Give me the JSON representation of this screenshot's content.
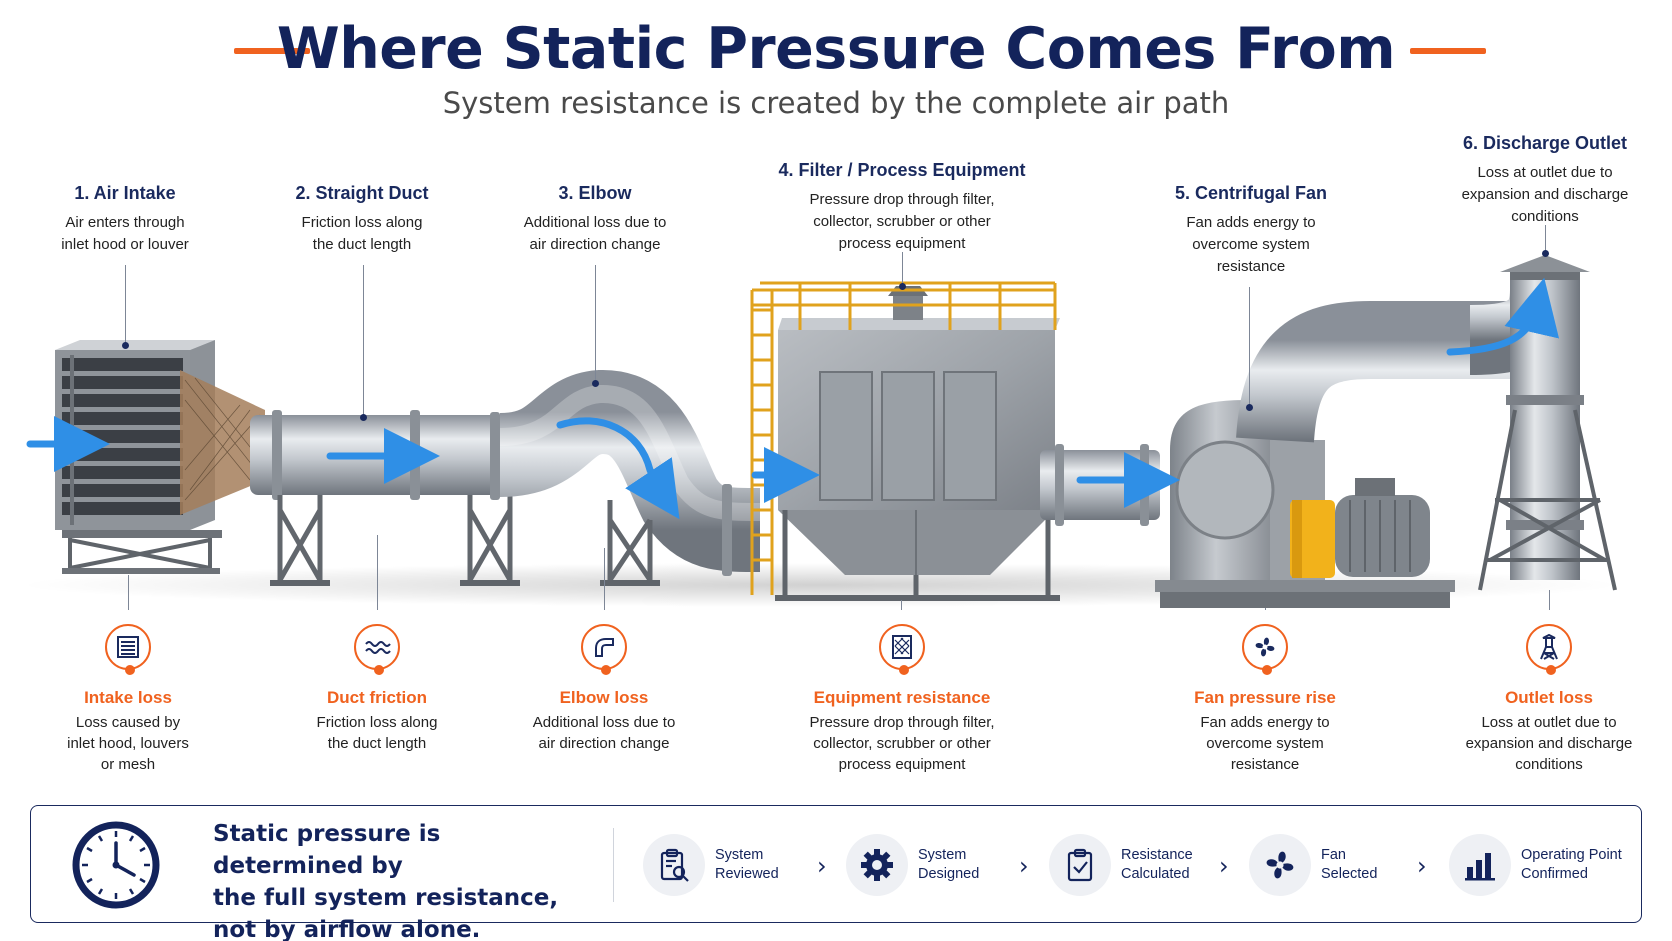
{
  "header": {
    "title": "Where Static Pressure Comes From",
    "subtitle": "System resistance is created by the complete air path",
    "accent_color": "#f0621f",
    "title_color": "#13235b"
  },
  "stages": [
    {
      "title": "1. Air Intake",
      "desc1": "Air enters through",
      "desc2": "inlet hood or louver",
      "desc3": ""
    },
    {
      "title": "2. Straight Duct",
      "desc1": "Friction loss along",
      "desc2": "the duct length",
      "desc3": ""
    },
    {
      "title": "3. Elbow",
      "desc1": "Additional loss due to",
      "desc2": "air direction change",
      "desc3": ""
    },
    {
      "title": "4. Filter / Process Equipment",
      "desc1": "Pressure drop through filter,",
      "desc2": "collector, scrubber or other",
      "desc3": "process equipment"
    },
    {
      "title": "5. Centrifugal Fan",
      "desc1": "Fan adds energy to",
      "desc2": "overcome system",
      "desc3": "resistance"
    },
    {
      "title": "6. Discharge Outlet",
      "desc1": "Loss at outlet due to",
      "desc2": "expansion and discharge",
      "desc3": "conditions"
    }
  ],
  "losses": [
    {
      "icon": "louver-icon",
      "title": "Intake loss",
      "desc1": "Loss caused by",
      "desc2": "inlet hood, louvers",
      "desc3": "or mesh"
    },
    {
      "icon": "friction-waves-icon",
      "title": "Duct friction",
      "desc1": "Friction loss along",
      "desc2": "the duct length",
      "desc3": ""
    },
    {
      "icon": "elbow-pipe-icon",
      "title": "Elbow loss",
      "desc1": "Additional loss due to",
      "desc2": "air direction change",
      "desc3": ""
    },
    {
      "icon": "filter-icon",
      "title": "Equipment resistance",
      "desc1": "Pressure drop through filter,",
      "desc2": "collector, scrubber or other",
      "desc3": "process equipment"
    },
    {
      "icon": "fan-icon",
      "title": "Fan pressure rise",
      "desc1": "Fan adds energy to",
      "desc2": "overcome system",
      "desc3": "resistance"
    },
    {
      "icon": "stack-tower-icon",
      "title": "Outlet loss",
      "desc1": "Loss at outlet due to",
      "desc2": "expansion and discharge",
      "desc3": "conditions"
    }
  ],
  "summary": {
    "icon": "clock-icon",
    "line1": "Static pressure is determined by",
    "line2": "the full system resistance,",
    "line3": "not by airflow alone."
  },
  "process_steps": [
    {
      "icon": "clipboard-search-icon",
      "line1": "System",
      "line2": "Reviewed"
    },
    {
      "icon": "gear-icon",
      "line1": "System",
      "line2": "Designed"
    },
    {
      "icon": "clipboard-check-icon",
      "line1": "Resistance",
      "line2": "Calculated"
    },
    {
      "icon": "fan-icon",
      "line1": "Fan",
      "line2": "Selected"
    },
    {
      "icon": "bar-chart-icon",
      "line1": "Operating Point",
      "line2": "Confirmed"
    }
  ],
  "chevron": "›",
  "flow_arrow_color": "#2f8fe6"
}
